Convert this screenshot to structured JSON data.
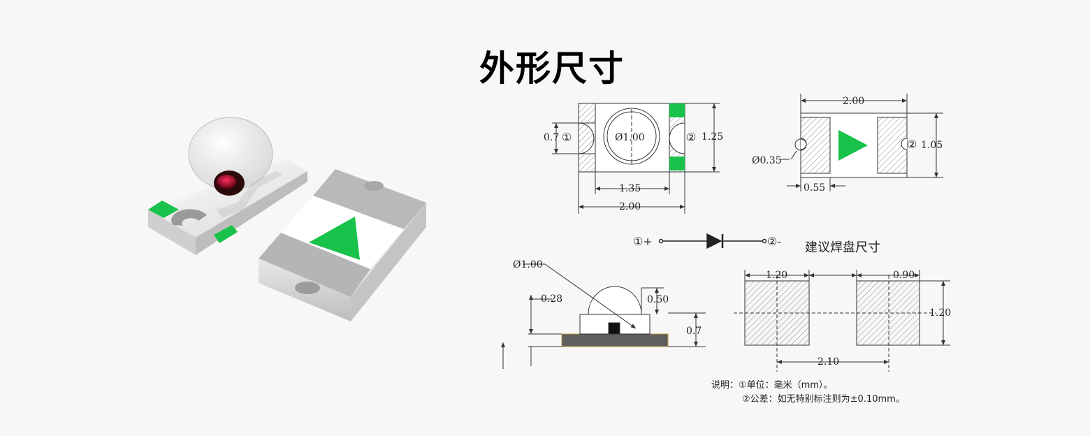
{
  "title": "外形尺寸",
  "top_view": {
    "pin1": "①",
    "pin2": "②",
    "dim_pad_h": "0.7",
    "dim_lens": "Ø1.00",
    "dim_height": "1.25",
    "dim_inner": "1.35",
    "dim_length": "2.00"
  },
  "bottom_view": {
    "dim_length": "2.00",
    "dim_width": "1.05",
    "dim_hole": "Ø0.35",
    "dim_pad": "0.55",
    "pin2": "②"
  },
  "circuit": {
    "pin1": "①+",
    "pin2": "②-"
  },
  "side_view": {
    "dim_lens": "Ø1.00",
    "dim_a": "0.28",
    "dim_b": "0.50",
    "dim_c": "0.7"
  },
  "pad_layout": {
    "title": "建议焊盘尺寸",
    "dim_pad_w": "1.20",
    "dim_gap": "0.90",
    "dim_pad_h": "1.20",
    "dim_pitch": "2.10"
  },
  "notes": {
    "line1": "说明：①单位：毫米（mm）。",
    "line2": "②公差：如无特别标注则为±0.10mm。"
  },
  "colors": {
    "accent_green": "#19c24a",
    "hatch": "#8a8a8a"
  }
}
